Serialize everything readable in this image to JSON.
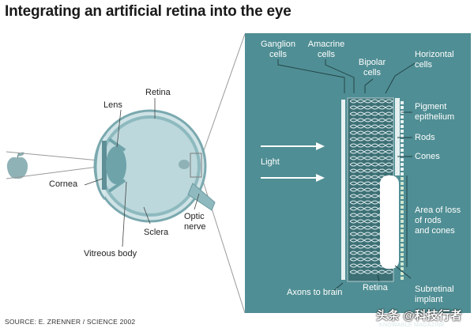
{
  "title": "Integrating an artificial retina into the eye",
  "eye_labels": {
    "lens": "Lens",
    "retina": "Retina",
    "cornea": "Cornea",
    "optic_nerve_line1": "Optic",
    "optic_nerve_line2": "nerve",
    "sclera": "Sclera",
    "vitreous_body": "Vitreous body"
  },
  "panel_labels": {
    "ganglion_line1": "Ganglion",
    "ganglion_line2": "cells",
    "amacrine_line1": "Amacrine",
    "amacrine_line2": "cells",
    "bipolar_line1": "Bipolar",
    "bipolar_line2": "cells",
    "horizontal_line1": "Horizontal",
    "horizontal_line2": "cells",
    "pigment_line1": "Pigment",
    "pigment_line2": "epithelium",
    "rods": "Rods",
    "cones": "Cones",
    "light": "Light",
    "area_line1": "Area of loss",
    "area_line2": "of rods",
    "area_line3": "and cones",
    "axons": "Axons to brain",
    "retina": "Retina",
    "subretinal_line1": "Subretinal",
    "subretinal_line2": "implant"
  },
  "source": "SOURCE: E. ZRENNER / SCIENCE 2002",
  "watermark": {
    "main": "头条 @科技行者",
    "sub": "KNOWABLE MAGAZINE"
  },
  "colors": {
    "panel": "#4f8e94",
    "eye": "#b9d7dc",
    "eye_dark": "#6fa3aa",
    "apple": "#8fb2b6"
  }
}
